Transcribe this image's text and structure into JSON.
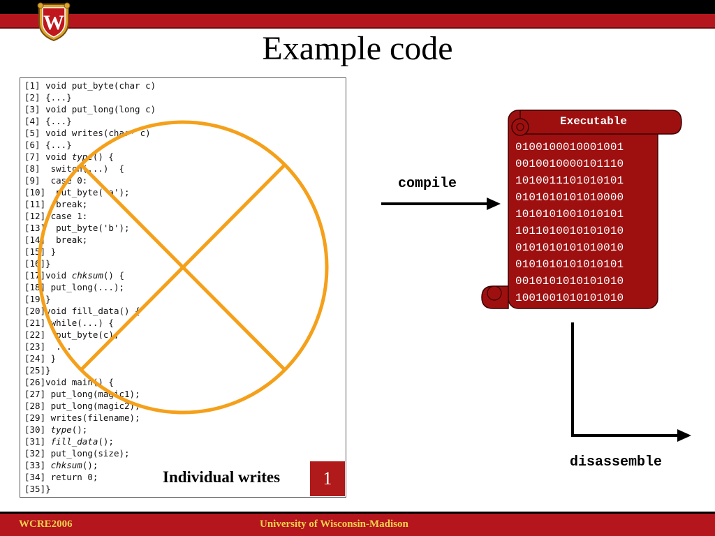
{
  "slide": {
    "title": "Example code",
    "caption": "Individual writes",
    "badge": "1",
    "compile_label": "compile",
    "disassemble_label": "disassemble"
  },
  "code": [
    {
      "n": "[1]",
      "parts": [
        {
          "t": " void put_byte(char c)"
        }
      ]
    },
    {
      "n": "[2]",
      "parts": [
        {
          "t": " {...}"
        }
      ]
    },
    {
      "n": "[3]",
      "parts": [
        {
          "t": " void put_long(long c)"
        }
      ]
    },
    {
      "n": "[4]",
      "parts": [
        {
          "t": " {...}"
        }
      ]
    },
    {
      "n": "[5]",
      "parts": [
        {
          "t": " void writes(char* c)"
        }
      ]
    },
    {
      "n": "[6]",
      "parts": [
        {
          "t": " {...}"
        }
      ]
    },
    {
      "n": "[7]",
      "parts": [
        {
          "t": " void "
        },
        {
          "t": "type",
          "i": true
        },
        {
          "t": "() {"
        }
      ]
    },
    {
      "n": "[8]",
      "parts": [
        {
          "t": "  switch(...)  {"
        }
      ]
    },
    {
      "n": "[9]",
      "parts": [
        {
          "t": "  case 0:"
        }
      ]
    },
    {
      "n": "[10]",
      "parts": [
        {
          "t": "  put_byte('a');"
        }
      ]
    },
    {
      "n": "[11]",
      "parts": [
        {
          "t": "  break;"
        }
      ]
    },
    {
      "n": "[12]",
      "parts": [
        {
          "t": " case 1:"
        }
      ]
    },
    {
      "n": "[13]",
      "parts": [
        {
          "t": "  put_byte('b');"
        }
      ]
    },
    {
      "n": "[14]",
      "parts": [
        {
          "t": "  break;"
        }
      ]
    },
    {
      "n": "[15]",
      "parts": [
        {
          "t": " }"
        }
      ]
    },
    {
      "n": "[16]",
      "parts": [
        {
          "t": "}"
        }
      ]
    },
    {
      "n": "[17]",
      "parts": [
        {
          "t": "void "
        },
        {
          "t": "chksum",
          "i": true
        },
        {
          "t": "() {"
        }
      ]
    },
    {
      "n": "[18]",
      "parts": [
        {
          "t": " put_long(...);"
        }
      ]
    },
    {
      "n": "[19]",
      "parts": [
        {
          "t": "}"
        }
      ]
    },
    {
      "n": "[20]",
      "parts": [
        {
          "t": "void fill_data() {"
        }
      ]
    },
    {
      "n": "[21]",
      "parts": [
        {
          "t": " while(...) {"
        }
      ]
    },
    {
      "n": "[22]",
      "parts": [
        {
          "t": "  put_byte(c);"
        }
      ]
    },
    {
      "n": "[23]",
      "parts": [
        {
          "t": "  ..."
        }
      ]
    },
    {
      "n": "[24]",
      "parts": [
        {
          "t": " }"
        }
      ]
    },
    {
      "n": "[25]",
      "parts": [
        {
          "t": "}"
        }
      ]
    },
    {
      "n": "[26]",
      "parts": [
        {
          "t": "void main() {"
        }
      ]
    },
    {
      "n": "[27]",
      "parts": [
        {
          "t": " put_long(magic1);"
        }
      ]
    },
    {
      "n": "[28]",
      "parts": [
        {
          "t": " put_long(magic2);"
        }
      ]
    },
    {
      "n": "[29]",
      "parts": [
        {
          "t": " writes(filename);"
        }
      ]
    },
    {
      "n": "[30]",
      "parts": [
        {
          "t": " "
        },
        {
          "t": "type",
          "i": true
        },
        {
          "t": "();"
        }
      ]
    },
    {
      "n": "[31]",
      "parts": [
        {
          "t": " "
        },
        {
          "t": "fill_data",
          "i": true
        },
        {
          "t": "();"
        }
      ]
    },
    {
      "n": "[32]",
      "parts": [
        {
          "t": " put_long(size);"
        }
      ]
    },
    {
      "n": "[33]",
      "parts": [
        {
          "t": " "
        },
        {
          "t": "chksum",
          "i": true
        },
        {
          "t": "();"
        }
      ]
    },
    {
      "n": "[34]",
      "parts": [
        {
          "t": " return 0;"
        }
      ]
    },
    {
      "n": "[35]",
      "parts": [
        {
          "t": "}"
        }
      ]
    }
  ],
  "executable": {
    "title": "Executable",
    "lines": [
      "0100100010001001",
      "0010010000101110",
      "1010011101010101",
      "0101010101010000",
      "1010101001010101",
      "1011010010101010",
      "0101010101010010",
      "0101010101010101",
      "0010101010101010",
      "1001001010101010"
    ]
  },
  "footer": {
    "left": "WCRE2006",
    "center": "University of Wisconsin-Madison"
  },
  "colors": {
    "brand_red": "#b5161d",
    "scroll_red": "#9e1010",
    "circle_orange": "#f5a01a",
    "footer_text": "#f2d14c"
  },
  "icons": {
    "logo": "uw-crest-icon",
    "crossed_circle": "prohibited-overlay-icon"
  }
}
